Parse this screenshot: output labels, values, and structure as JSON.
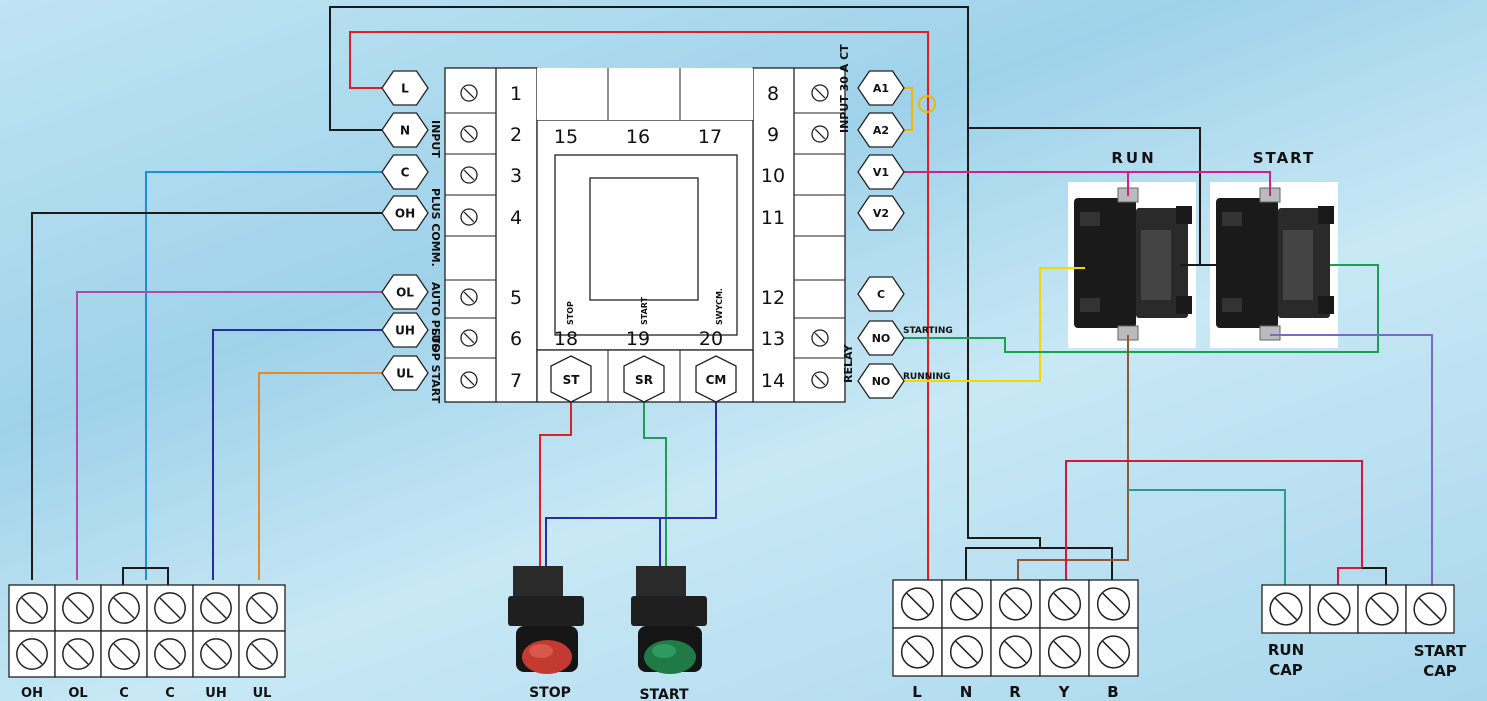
{
  "colors": {
    "red": "#e02020",
    "black": "#1a1a1a",
    "blue": "#1a8fd6",
    "purple": "#b04aa8",
    "navy": "#2a2ca0",
    "orange": "#e6892a",
    "magenta": "#d0208a",
    "yellow": "#f0d800",
    "green": "#1aa050",
    "teal": "#2a9a8a",
    "brown": "#8a5a3a",
    "violet": "#7a6ac8",
    "crimson": "#d01a3a",
    "gold": "#f0b800"
  },
  "controller": {
    "left_hex": [
      "L",
      "N",
      "C",
      "OH",
      "OL",
      "UH",
      "UL"
    ],
    "left_terms": [
      "1",
      "2",
      "3",
      "4",
      "5",
      "6",
      "7"
    ],
    "right_terms": [
      "8",
      "9",
      "10",
      "11",
      "12",
      "13",
      "14"
    ],
    "right_hex": [
      "A1",
      "A2",
      "V1",
      "V2",
      "C",
      "NO",
      "NO"
    ],
    "top_terms": [
      "15",
      "16",
      "17"
    ],
    "bottom_terms": [
      "18",
      "19",
      "20"
    ],
    "bottom_hex": [
      "ST",
      "SR",
      "CM"
    ],
    "side_labels": {
      "input": "INPUT",
      "plus_comm": "PLUS COMM.",
      "auto_plus": "AUTO PLUS",
      "stop_start": "STOP START",
      "input_ct": "INPUT 30 A CT",
      "relay": "RELAY",
      "starting": "STARTING",
      "running": "RUNNING"
    },
    "inner_labels": {
      "stop": "STOP",
      "start": "START",
      "swycm": "SWYCM."
    }
  },
  "contactors": {
    "run": "RUN",
    "start": "START"
  },
  "buttons": {
    "stop": "STOP",
    "start": "START"
  },
  "terminal_blocks": {
    "left": [
      "OH",
      "OL",
      "C",
      "C",
      "UH",
      "UL"
    ],
    "main": [
      "L",
      "N",
      "R",
      "Y",
      "B"
    ],
    "cap": {
      "run": "RUN CAP",
      "start": "START CAP"
    }
  }
}
